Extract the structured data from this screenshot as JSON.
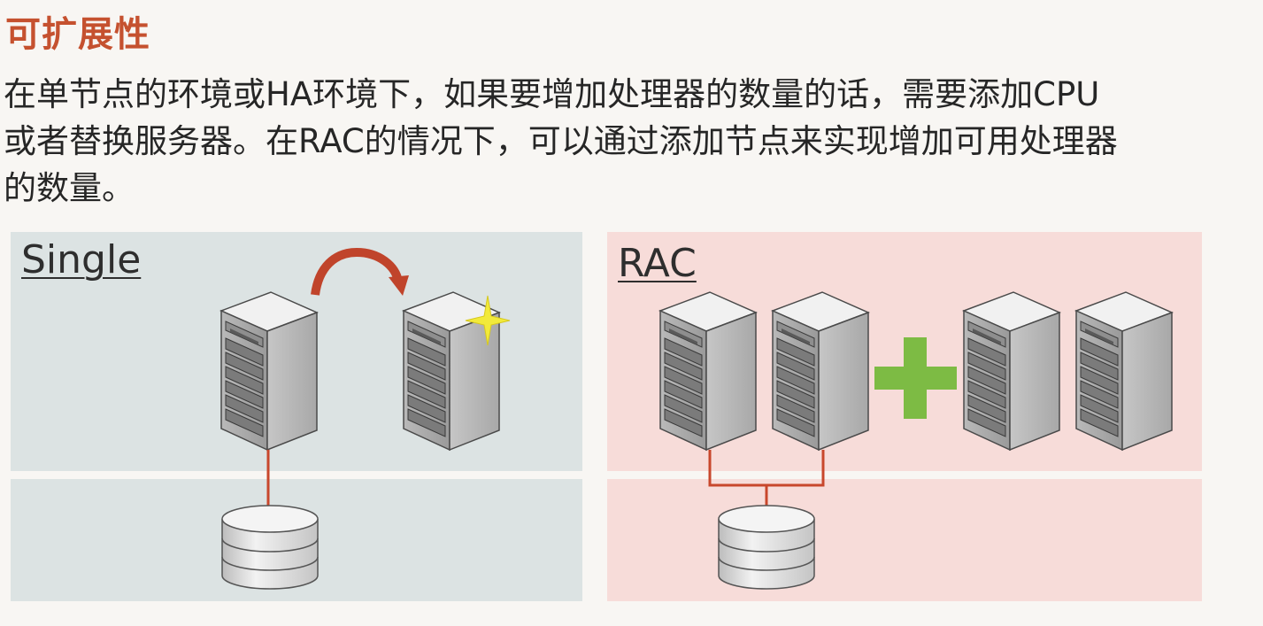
{
  "title": "可扩展性",
  "description": [
    "在单节点的环境或HA环境下，如果要增加处理器的数量的话，需要添加CPU",
    "或者替换服务器。在RAC的情况下，可以通过添加节点来实现增加可用处理器",
    "的数量。"
  ],
  "panels": {
    "single": {
      "label": "Single"
    },
    "rac": {
      "label": "RAC"
    }
  },
  "colors": {
    "title": "#c5512f",
    "single_bg": "#dce3e3",
    "rac_bg": "#f7dcd9",
    "connector": "#c8472c",
    "plus": "#7dbb44",
    "arrow": "#c0442b",
    "sparkle": "#f2ea3a"
  },
  "icons": [
    "server-icon",
    "database-icon",
    "plus-icon",
    "curved-arrow-icon",
    "sparkle-icon"
  ]
}
